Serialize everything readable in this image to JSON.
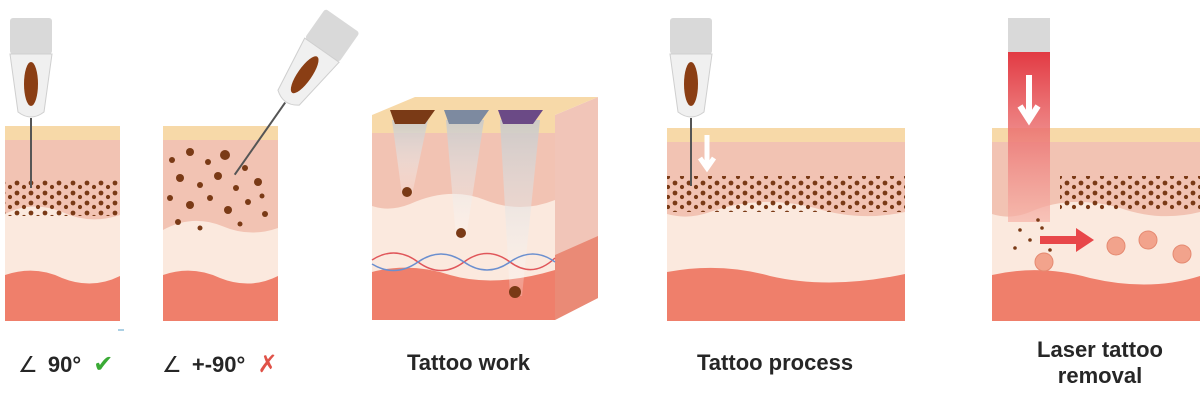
{
  "captions": {
    "angle_90": {
      "symbol": "∠",
      "text": "90°",
      "mark": "✔"
    },
    "angle_other": {
      "symbol": "∠",
      "text": "+-90°",
      "mark": "✗"
    },
    "tattoo_work": "Tattoo work",
    "tattoo_process": "Tattoo process",
    "laser_removal_line1": "Laser tattoo",
    "laser_removal_line2": "removal"
  },
  "colors": {
    "check": "#3aaa35",
    "cross": "#e05248",
    "ink": "#7a3a16",
    "skin_top": "#f7d9a8",
    "dermis": "#f2c3b3",
    "fat": "#fbe9de",
    "muscle": "#ef7f6b",
    "laser": "#e8474a",
    "ink_violet": "#6b4a86",
    "ink_slate": "#7d8aa0"
  },
  "icons": {
    "needle": "needle-icon",
    "check": "check-icon",
    "cross": "cross-icon",
    "laser_arrow": "arrow-down-icon"
  }
}
